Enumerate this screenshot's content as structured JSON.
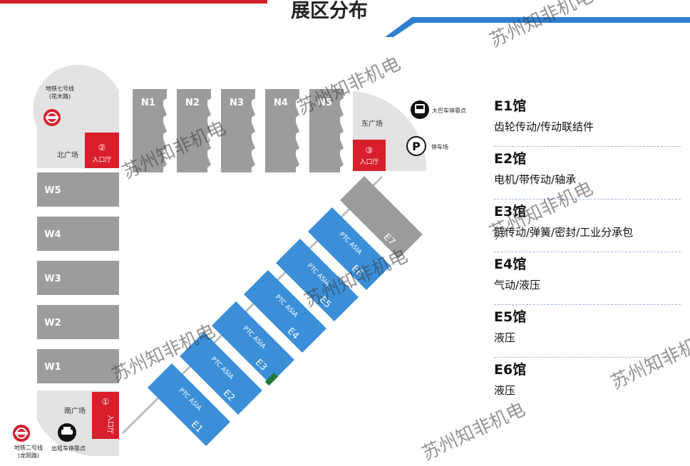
{
  "header": {
    "title": "展区分布"
  },
  "colors": {
    "accent_red": "#d81e2c",
    "accent_blue": "#2f7fd0",
    "hall_gray": "#9c9c9c",
    "plaza_gray": "#e3e3e3",
    "hall_blue": "#3a8fd8"
  },
  "metro": {
    "line7": "地铁七号线",
    "line7_station": "(花木路)",
    "line2": "地铁二号线",
    "line2_station": "(龙阳路)"
  },
  "plazas": {
    "north": "北广场",
    "east": "东广场",
    "south": "南广场"
  },
  "entrances": [
    {
      "num": "②",
      "label": "入口厅"
    },
    {
      "num": "③",
      "label": "入口厅"
    },
    {
      "num": "①",
      "label": "入口厅"
    }
  ],
  "services": {
    "bus": "大巴车停靠点",
    "parking": "停车场",
    "taxi": "出租车停靠点"
  },
  "north_halls": [
    "N1",
    "N2",
    "N3",
    "N4",
    "N5"
  ],
  "west_halls": [
    "W5",
    "W4",
    "W3",
    "W2",
    "W1"
  ],
  "east_halls": [
    {
      "name": "E1",
      "brand": "PTC ASIA"
    },
    {
      "name": "E2",
      "brand": "PTC ASIA"
    },
    {
      "name": "E3",
      "brand": "PTC ASIA"
    },
    {
      "name": "E4",
      "brand": "PTC ASIA"
    },
    {
      "name": "E5",
      "brand": "PTC ASIA"
    },
    {
      "name": "E6",
      "brand": "PTC ASIA"
    },
    {
      "name": "E7",
      "brand": ""
    }
  ],
  "legend": [
    {
      "hall": "E1馆",
      "desc": "齿轮传动/传动联结件"
    },
    {
      "hall": "E2馆",
      "desc": "电机/带传动/轴承"
    },
    {
      "hall": "E3馆",
      "desc": "链传动/弹簧/密封/工业分承包"
    },
    {
      "hall": "E4馆",
      "desc": "气动/液压"
    },
    {
      "hall": "E5馆",
      "desc": "液压"
    },
    {
      "hall": "E6馆",
      "desc": "液压"
    }
  ],
  "watermark": "苏州知非机电"
}
